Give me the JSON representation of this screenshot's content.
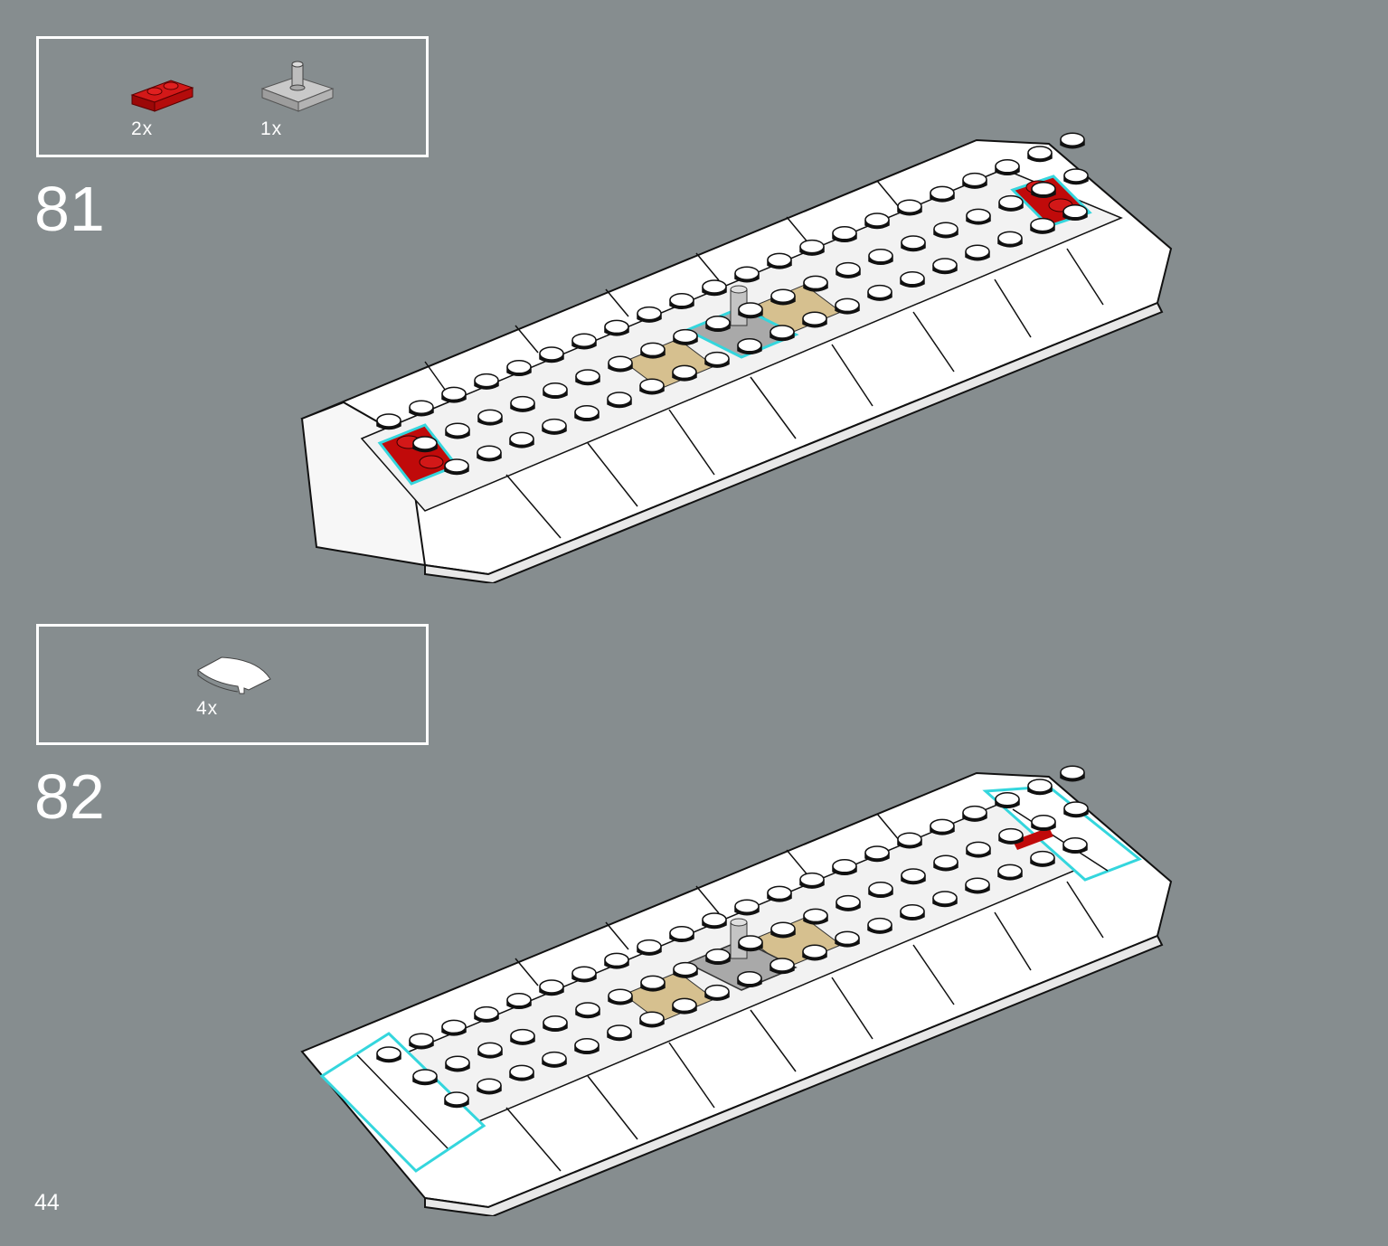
{
  "page_number": "44",
  "steps": [
    {
      "number": "81",
      "parts": [
        {
          "name": "red-plate-1x2-icon",
          "color": "#c00a0a",
          "qty": "2x"
        },
        {
          "name": "gray-plate-with-pin-icon",
          "color": "#a9a9a9",
          "qty": "1x"
        }
      ]
    },
    {
      "number": "82",
      "parts": [
        {
          "name": "white-curved-slope-icon",
          "color": "#ffffff",
          "qty": "4x"
        }
      ]
    }
  ],
  "colors": {
    "background": "#868d8f",
    "highlight": "#34d6dd",
    "tan": "#d6c08f",
    "red": "#c00a0a",
    "gray": "#a9a9a9"
  }
}
